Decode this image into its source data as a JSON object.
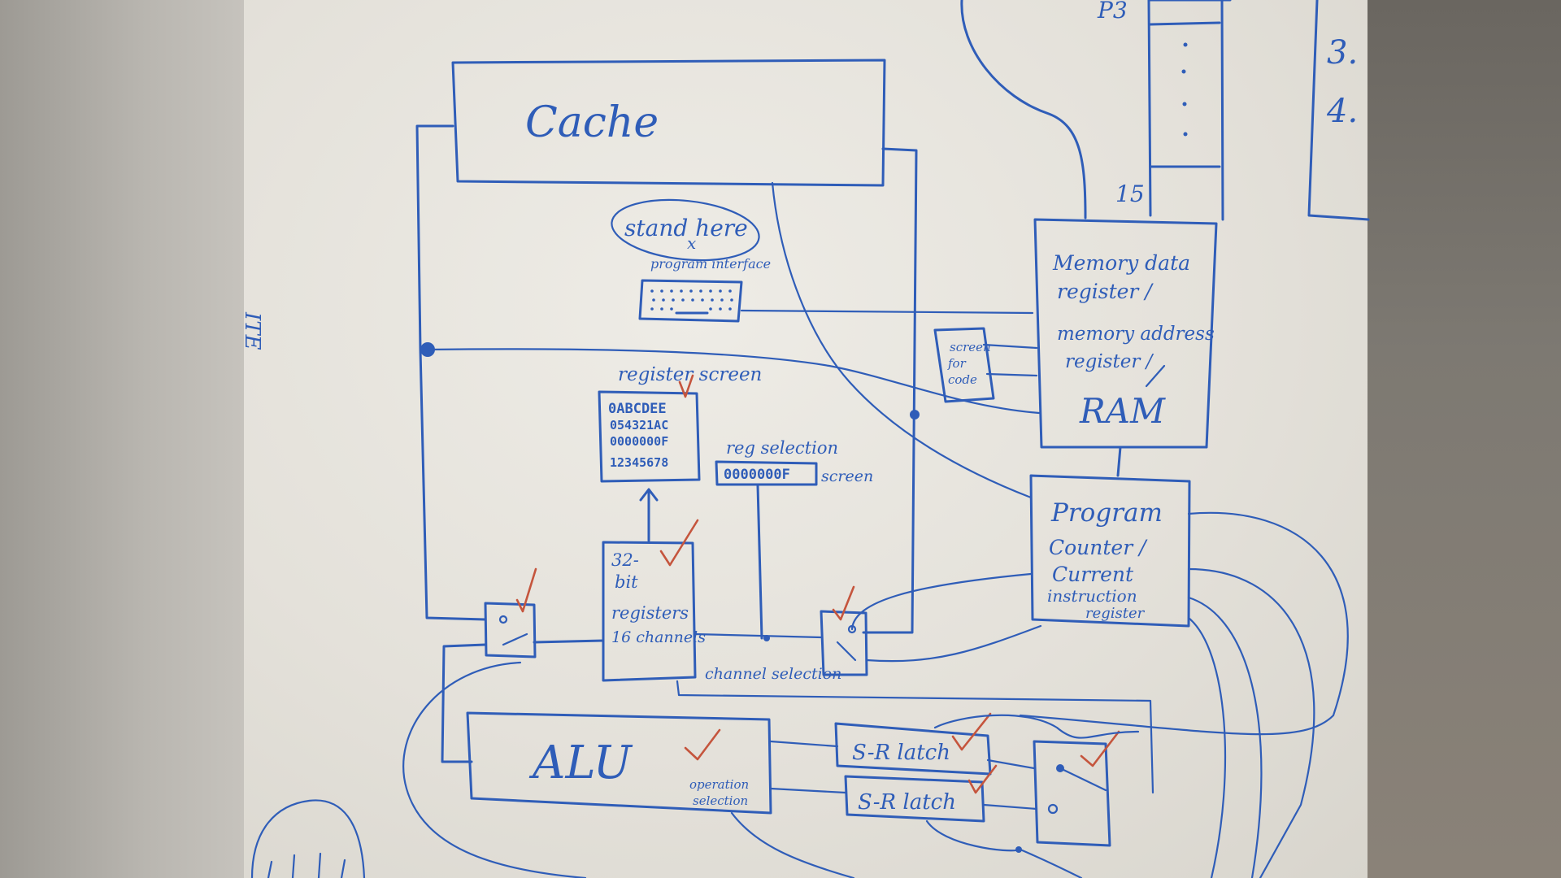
{
  "blocks": {
    "cache": "Cache",
    "stand_here": "stand here",
    "program_interface": "program interface",
    "register_screen": "register screen",
    "reg_values": [
      "0ABCDEE",
      "054321AC",
      "0000000F",
      "12345678"
    ],
    "reg_selection": "reg selection",
    "reg_selection_value": "0000000F",
    "reg_selection_screen": "screen",
    "registers_lines": [
      "32-",
      "bit",
      "registers",
      "16 channels"
    ],
    "channel_selection": "channel selection",
    "mem_lines": [
      "Memory data",
      "register /",
      "memory address",
      "register /"
    ],
    "ram": "RAM",
    "screen_code_lines": [
      "screen",
      "for",
      "code"
    ],
    "pc_lines": [
      "Program",
      "Counter /",
      "Current",
      "instruction",
      "register"
    ],
    "alu": "ALU",
    "operation_selection": [
      "operation",
      "selection"
    ],
    "sr_latch_1": "S-R latch",
    "sr_latch_2": "S-R latch",
    "top_p3": "P3",
    "stack_index": "15",
    "right_list": [
      "3.",
      "4."
    ],
    "left_edge": "ITE"
  }
}
